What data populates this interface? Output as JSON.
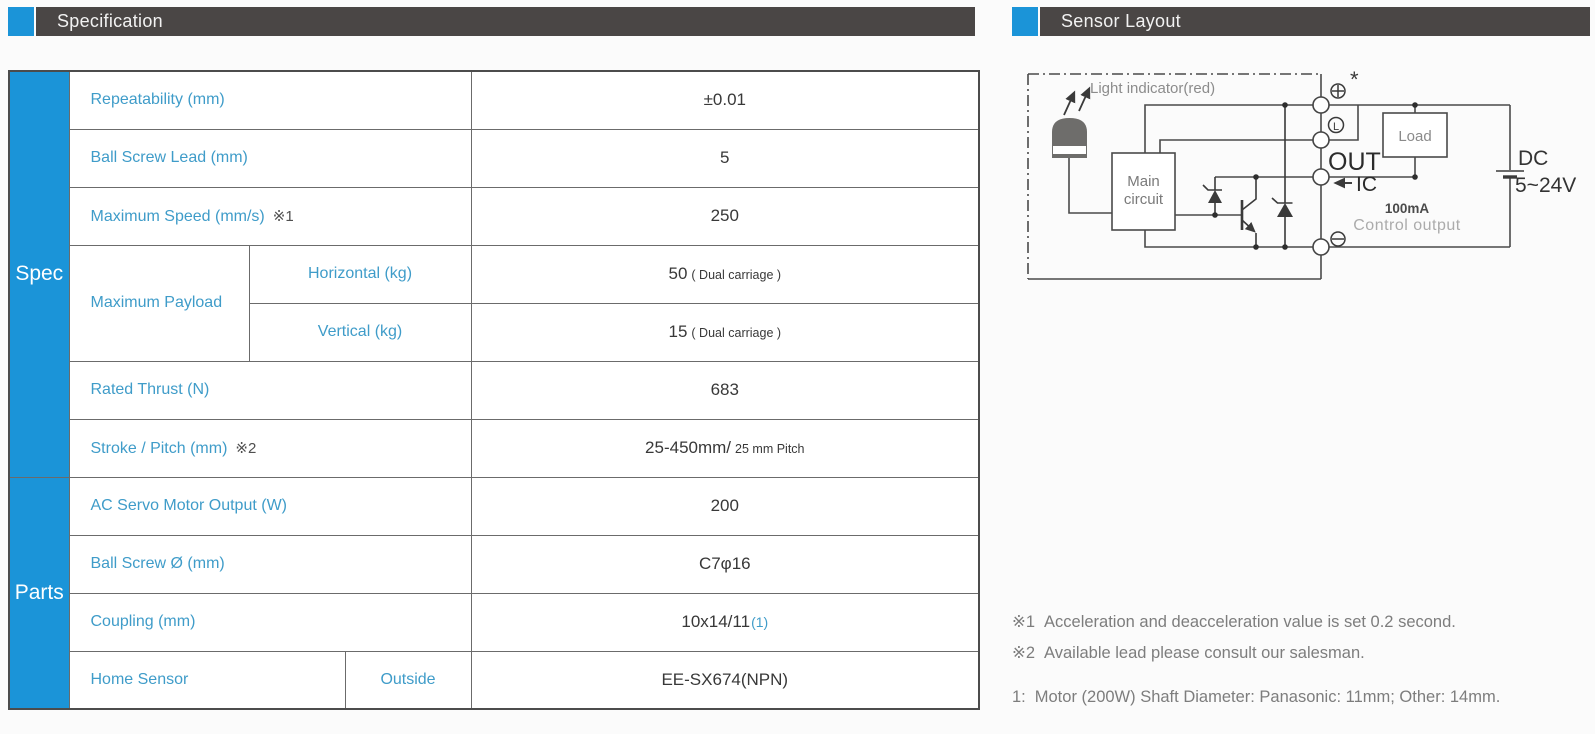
{
  "colors": {
    "accent_blue": "#1b94d8",
    "label_blue": "#3f9cc9",
    "header_bar_bg": "#4a4645",
    "table_border": "#6b6b6b",
    "circuit_stroke": "#4a4a4a",
    "muted_gray": "#8c8c8c"
  },
  "spec": {
    "header": "Specification",
    "groups": [
      {
        "group": "Spec",
        "rows": [
          {
            "label": "Repeatability (mm)",
            "value": "±0.01"
          },
          {
            "label": "Ball Screw Lead (mm)",
            "value": "5"
          },
          {
            "label": "Maximum Speed (mm/s)",
            "ref": "※1",
            "value": "250"
          },
          {
            "label": "Maximum Payload",
            "sub_label": "Horizontal (kg)",
            "value": "50",
            "note": "( Dual carriage )"
          },
          {
            "sub_label": "Vertical (kg)",
            "value": "15",
            "note": "( Dual carriage )"
          },
          {
            "label": "Rated Thrust (N)",
            "value": "683"
          },
          {
            "label": "Stroke / Pitch (mm)",
            "ref": "※2",
            "value": "25-450mm/",
            "note": "25 mm Pitch"
          }
        ]
      },
      {
        "group": "Parts",
        "rows": [
          {
            "label": "AC Servo Motor Output (W)",
            "value": "200"
          },
          {
            "label": "Ball Screw Ø (mm)",
            "value": "C7φ16"
          },
          {
            "label": "Coupling (mm)",
            "value": "10x14/11",
            "note": "(1)"
          },
          {
            "label": "Home Sensor",
            "sub_label": "Outside",
            "value": "EE-SX674(NPN)"
          }
        ]
      }
    ]
  },
  "sensor": {
    "header": "Sensor Layout",
    "diagram": {
      "light_indicator": "Light indicator(red)",
      "main_circuit_line1": "Main",
      "main_circuit_line2": "circuit",
      "load": "Load",
      "out": "OUT",
      "ic": "IC",
      "current": "100mA",
      "control_output": "Control output",
      "dc": "DC",
      "voltage": "5~24V",
      "asterisk": "*",
      "l_terminal": "L"
    },
    "notes": [
      {
        "ref": "※1",
        "text": "Acceleration and deacceleration value is set 0.2 second."
      },
      {
        "ref": "※2",
        "text": "Available lead please consult our salesman."
      },
      {
        "ref": "1:",
        "text": "Motor (200W) Shaft Diameter: Panasonic: 11mm; Other: 14mm."
      }
    ]
  }
}
